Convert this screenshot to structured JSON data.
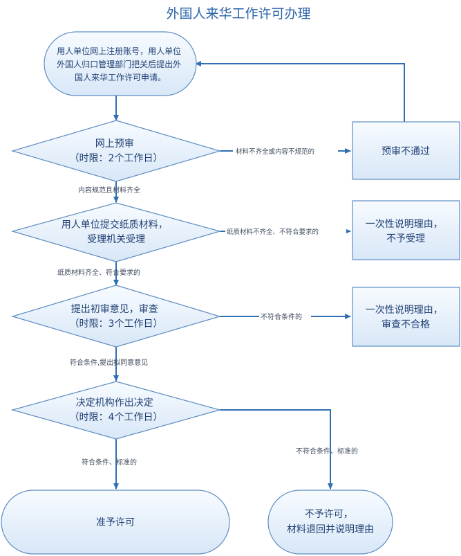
{
  "title": "外国人来华工作许可办理",
  "colors": {
    "line": "#2f6fb3",
    "fill_top": "#f7fbff",
    "fill_bottom": "#d8e7f7",
    "node_border": "#5d8cc2",
    "text": "#1f3f73",
    "title": "#2b64a8"
  },
  "nodes": {
    "start": {
      "lines": [
        "用人单位网上注册账号，用人单位",
        "外国人归口管理部门把关后提出外",
        "国人来华工作许可申请。"
      ]
    },
    "d1": {
      "lines": [
        "网上预审",
        "（时限：2个工作日）"
      ]
    },
    "r1": {
      "lines": [
        "预审不通过"
      ]
    },
    "d2": {
      "lines": [
        "用人单位提交纸质材料，",
        "受理机关受理"
      ]
    },
    "r2": {
      "lines": [
        "一次性说明理由，",
        "不予受理"
      ]
    },
    "d3": {
      "lines": [
        "提出初审意见，审查",
        "（时限：3个工作日）"
      ]
    },
    "r3": {
      "lines": [
        "一次性说明理由，",
        "审查不合格"
      ]
    },
    "d4": {
      "lines": [
        "决定机构作出决定",
        "（时限：4个工作日）"
      ]
    },
    "e1": {
      "lines": [
        "准予许可"
      ]
    },
    "e2": {
      "lines": [
        "不予许可，",
        "材料退回并说明理由"
      ]
    }
  },
  "edge_labels": {
    "d1_no": "材料不齐全或内容不规范的",
    "d1_yes": "内容规范且材料齐全",
    "d2_no": "纸质材料不齐全、不符合要求的",
    "d2_yes": "纸质材料齐全、符合要求的",
    "d3_no": "不符合条件的",
    "d3_yes": "符合条件,提出拟同意意见",
    "d4_yes": "符合条件、标准的",
    "d4_no": "不符合条件、标准的"
  }
}
